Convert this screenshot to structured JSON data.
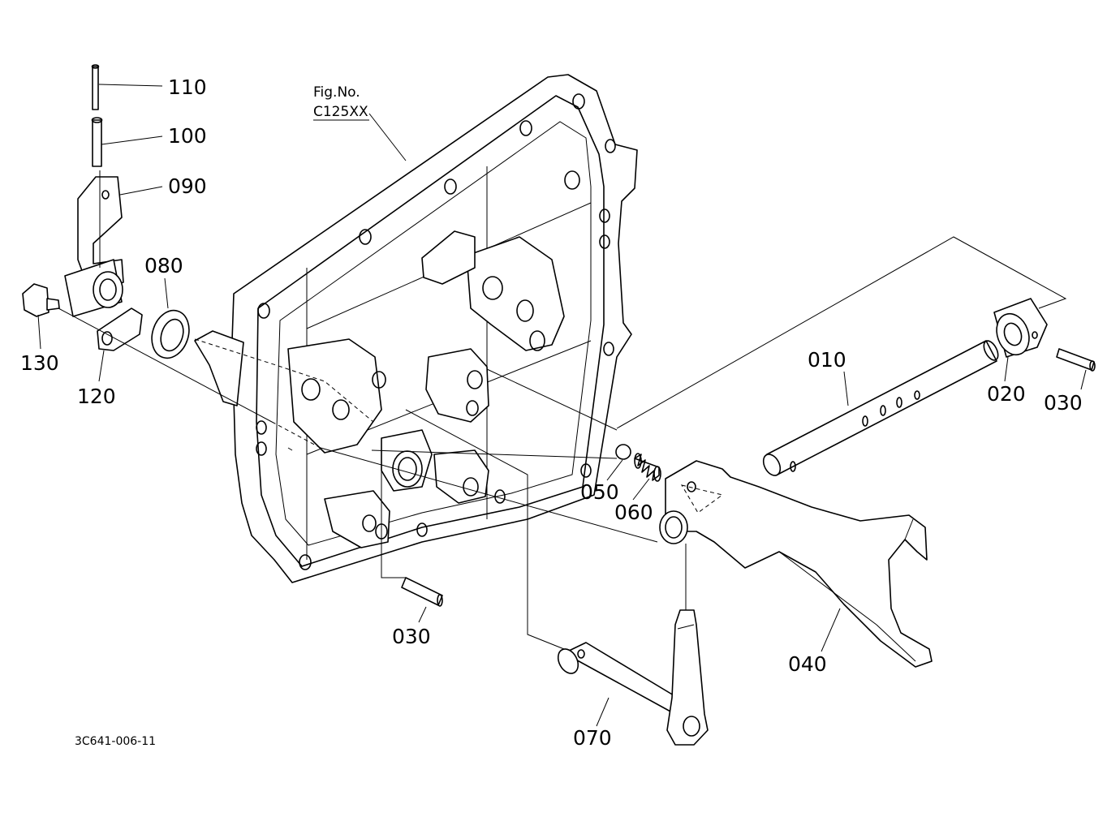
{
  "figure": {
    "fig_label": "Fig.No.",
    "fig_code": "C125XX",
    "drawing_code": "3C641-006-11"
  },
  "callouts": [
    {
      "id": "c110",
      "text": "110"
    },
    {
      "id": "c100",
      "text": "100"
    },
    {
      "id": "c090",
      "text": "090"
    },
    {
      "id": "c080",
      "text": "080"
    },
    {
      "id": "c130",
      "text": "130"
    },
    {
      "id": "c120",
      "text": "120"
    },
    {
      "id": "c010",
      "text": "010"
    },
    {
      "id": "c020",
      "text": "020"
    },
    {
      "id": "c030a",
      "text": "030"
    },
    {
      "id": "c050",
      "text": "050"
    },
    {
      "id": "c060",
      "text": "060"
    },
    {
      "id": "c030b",
      "text": "030"
    },
    {
      "id": "c040",
      "text": "040"
    },
    {
      "id": "c070",
      "text": "070"
    }
  ]
}
